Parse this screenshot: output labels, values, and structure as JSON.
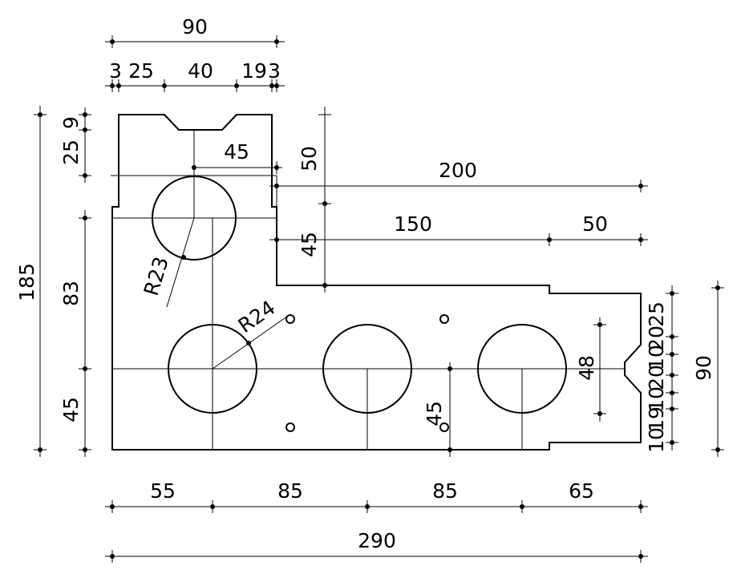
{
  "drawing": {
    "dimensions": {
      "top_total": "90",
      "top_seg_1": "3",
      "top_seg_2": "25",
      "top_seg_3": "40",
      "top_seg_4": "19",
      "top_seg_5": "3",
      "left_total": "185",
      "left_seg_top_a": "9",
      "left_seg_top_b": "25",
      "left_seg_mid": "83",
      "left_seg_bottom": "45",
      "center_45": "45",
      "vertical_50": "50",
      "vertical_45": "45",
      "horizontal_200": "200",
      "horizontal_150": "150",
      "horizontal_50": "50",
      "radius_upper": "R23",
      "radius_lower": "R24",
      "right_total": "90",
      "right_seg_25": "25",
      "right_seg_20a": "20",
      "right_seg_10a": "10",
      "right_seg_20b": "20",
      "right_seg_10b": "10",
      "right_seg_19": "19",
      "right_seg_10c": "10",
      "slot_48": "48",
      "hole_pitch_45": "45",
      "bottom_seg_1": "55",
      "bottom_seg_2": "85",
      "bottom_seg_3": "85",
      "bottom_seg_4": "65",
      "bottom_total": "290"
    }
  }
}
